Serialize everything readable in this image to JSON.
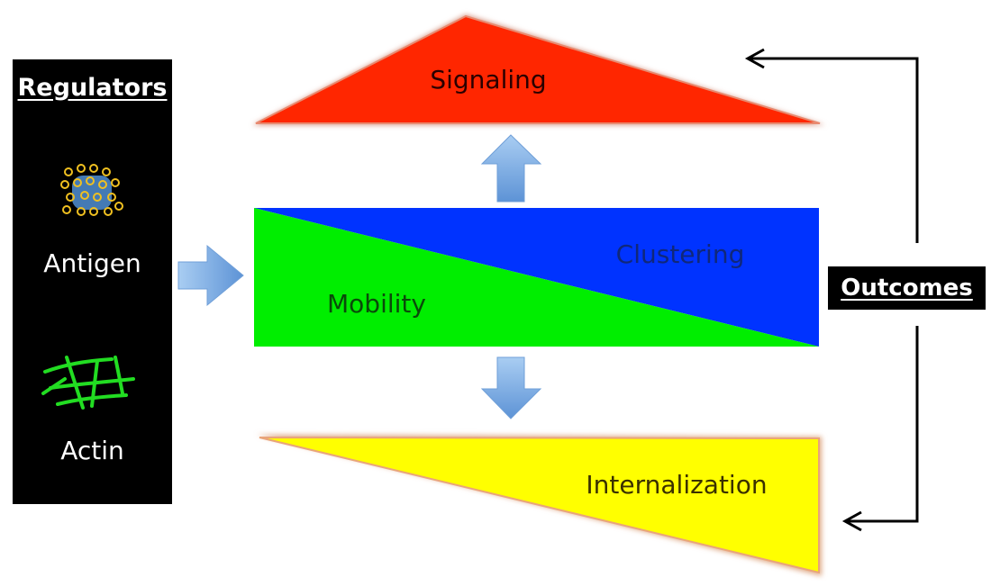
{
  "regulators": {
    "title": "Regulators",
    "items": [
      {
        "label": "Antigen",
        "icon": "antigen-cluster-icon"
      },
      {
        "label": "Actin",
        "icon": "actin-filament-icon"
      }
    ]
  },
  "center": {
    "mobility_label": "Mobility",
    "clustering_label": "Clustering"
  },
  "signaling": {
    "label": "Signaling"
  },
  "internalization": {
    "label": "Internalization"
  },
  "outcomes": {
    "label": "Outcomes"
  },
  "colors": {
    "signaling": "#ff2600",
    "mobility": "#00ee00",
    "clustering": "#0033ff",
    "internalization": "#ffff00",
    "arrow_fill": "#7eb0e6",
    "panel": "#000000"
  }
}
